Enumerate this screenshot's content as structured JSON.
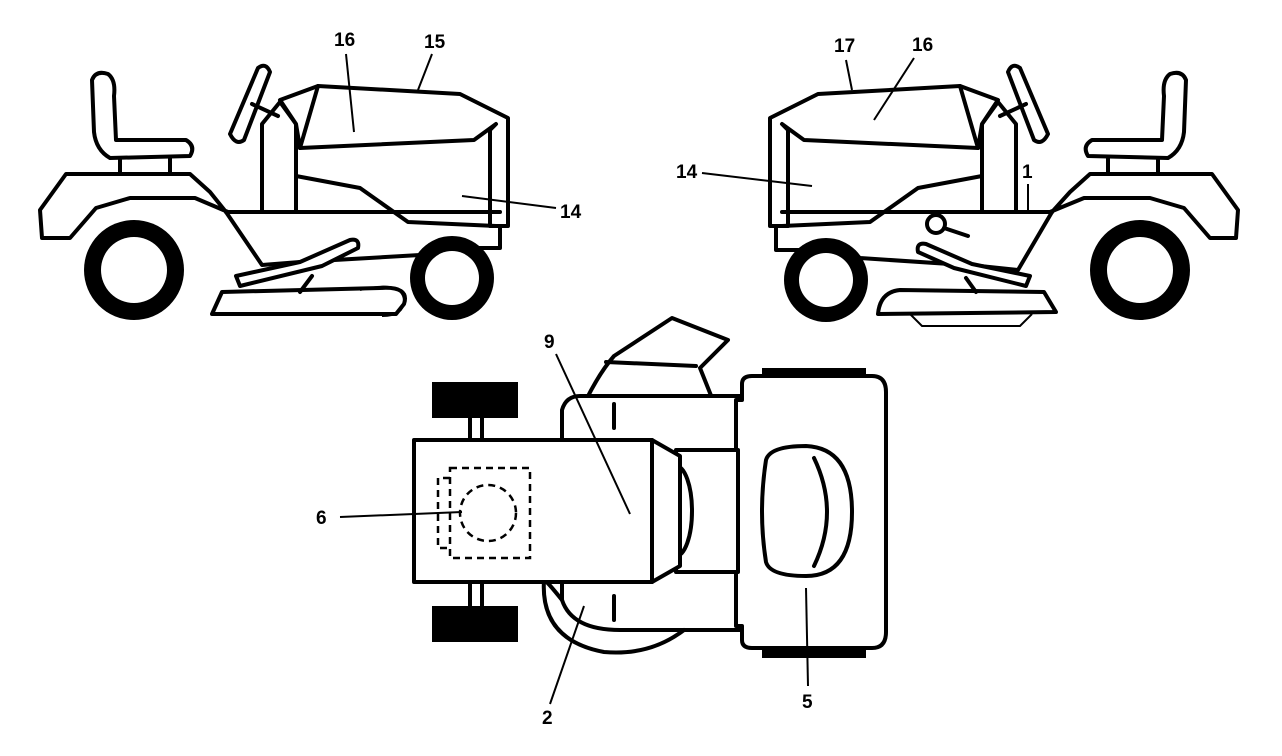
{
  "callouts": [
    {
      "id": "c16a",
      "text": "16"
    },
    {
      "id": "c15",
      "text": "15"
    },
    {
      "id": "c14a",
      "text": "14"
    },
    {
      "id": "c17",
      "text": "17"
    },
    {
      "id": "c16b",
      "text": "16"
    },
    {
      "id": "c14b",
      "text": "14"
    },
    {
      "id": "c1",
      "text": "1"
    },
    {
      "id": "c9",
      "text": "9"
    },
    {
      "id": "c6",
      "text": "6"
    },
    {
      "id": "c2",
      "text": "2"
    },
    {
      "id": "c5",
      "text": "5"
    }
  ]
}
